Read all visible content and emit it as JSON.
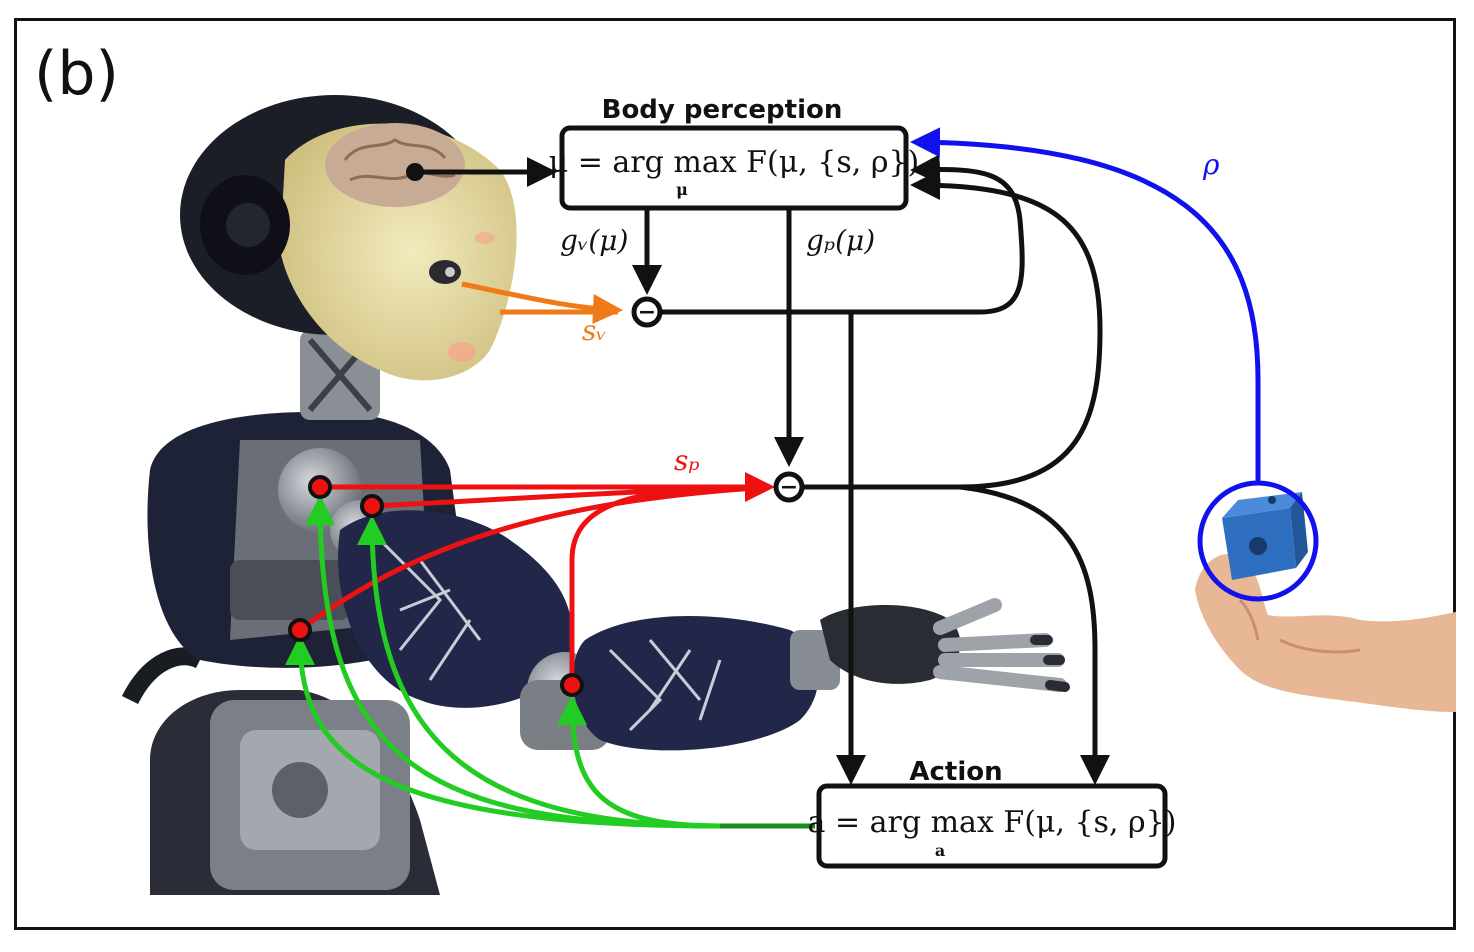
{
  "panel_label": "(b)",
  "perception": {
    "title": "Body perception",
    "equation": "μ = arg max F(μ, {s, ρ})",
    "under": "μ"
  },
  "action": {
    "title": "Action",
    "equation": "a = arg max F(μ, {s, ρ})",
    "under": "a"
  },
  "labels": {
    "gv": "gᵥ(μ)",
    "gp": "gₚ(μ)",
    "sv": "sᵥ",
    "sp": "sₚ",
    "rho": "ρ",
    "minus": "−"
  },
  "colors": {
    "black": "#111111",
    "orange": "#f07a18",
    "red": "#ee1111",
    "green": "#22cc22",
    "blue": "#1111ee",
    "robot_dark": "#1e2236",
    "robot_face": "#e9dfa4",
    "brain": "#c7ab94",
    "metal": "#9aa0a8",
    "skin": "#e8b896",
    "cube": "#2f6fc0"
  },
  "icons": [
    "robot-illustration",
    "brain-icon",
    "hand-illustration",
    "cube-icon"
  ]
}
